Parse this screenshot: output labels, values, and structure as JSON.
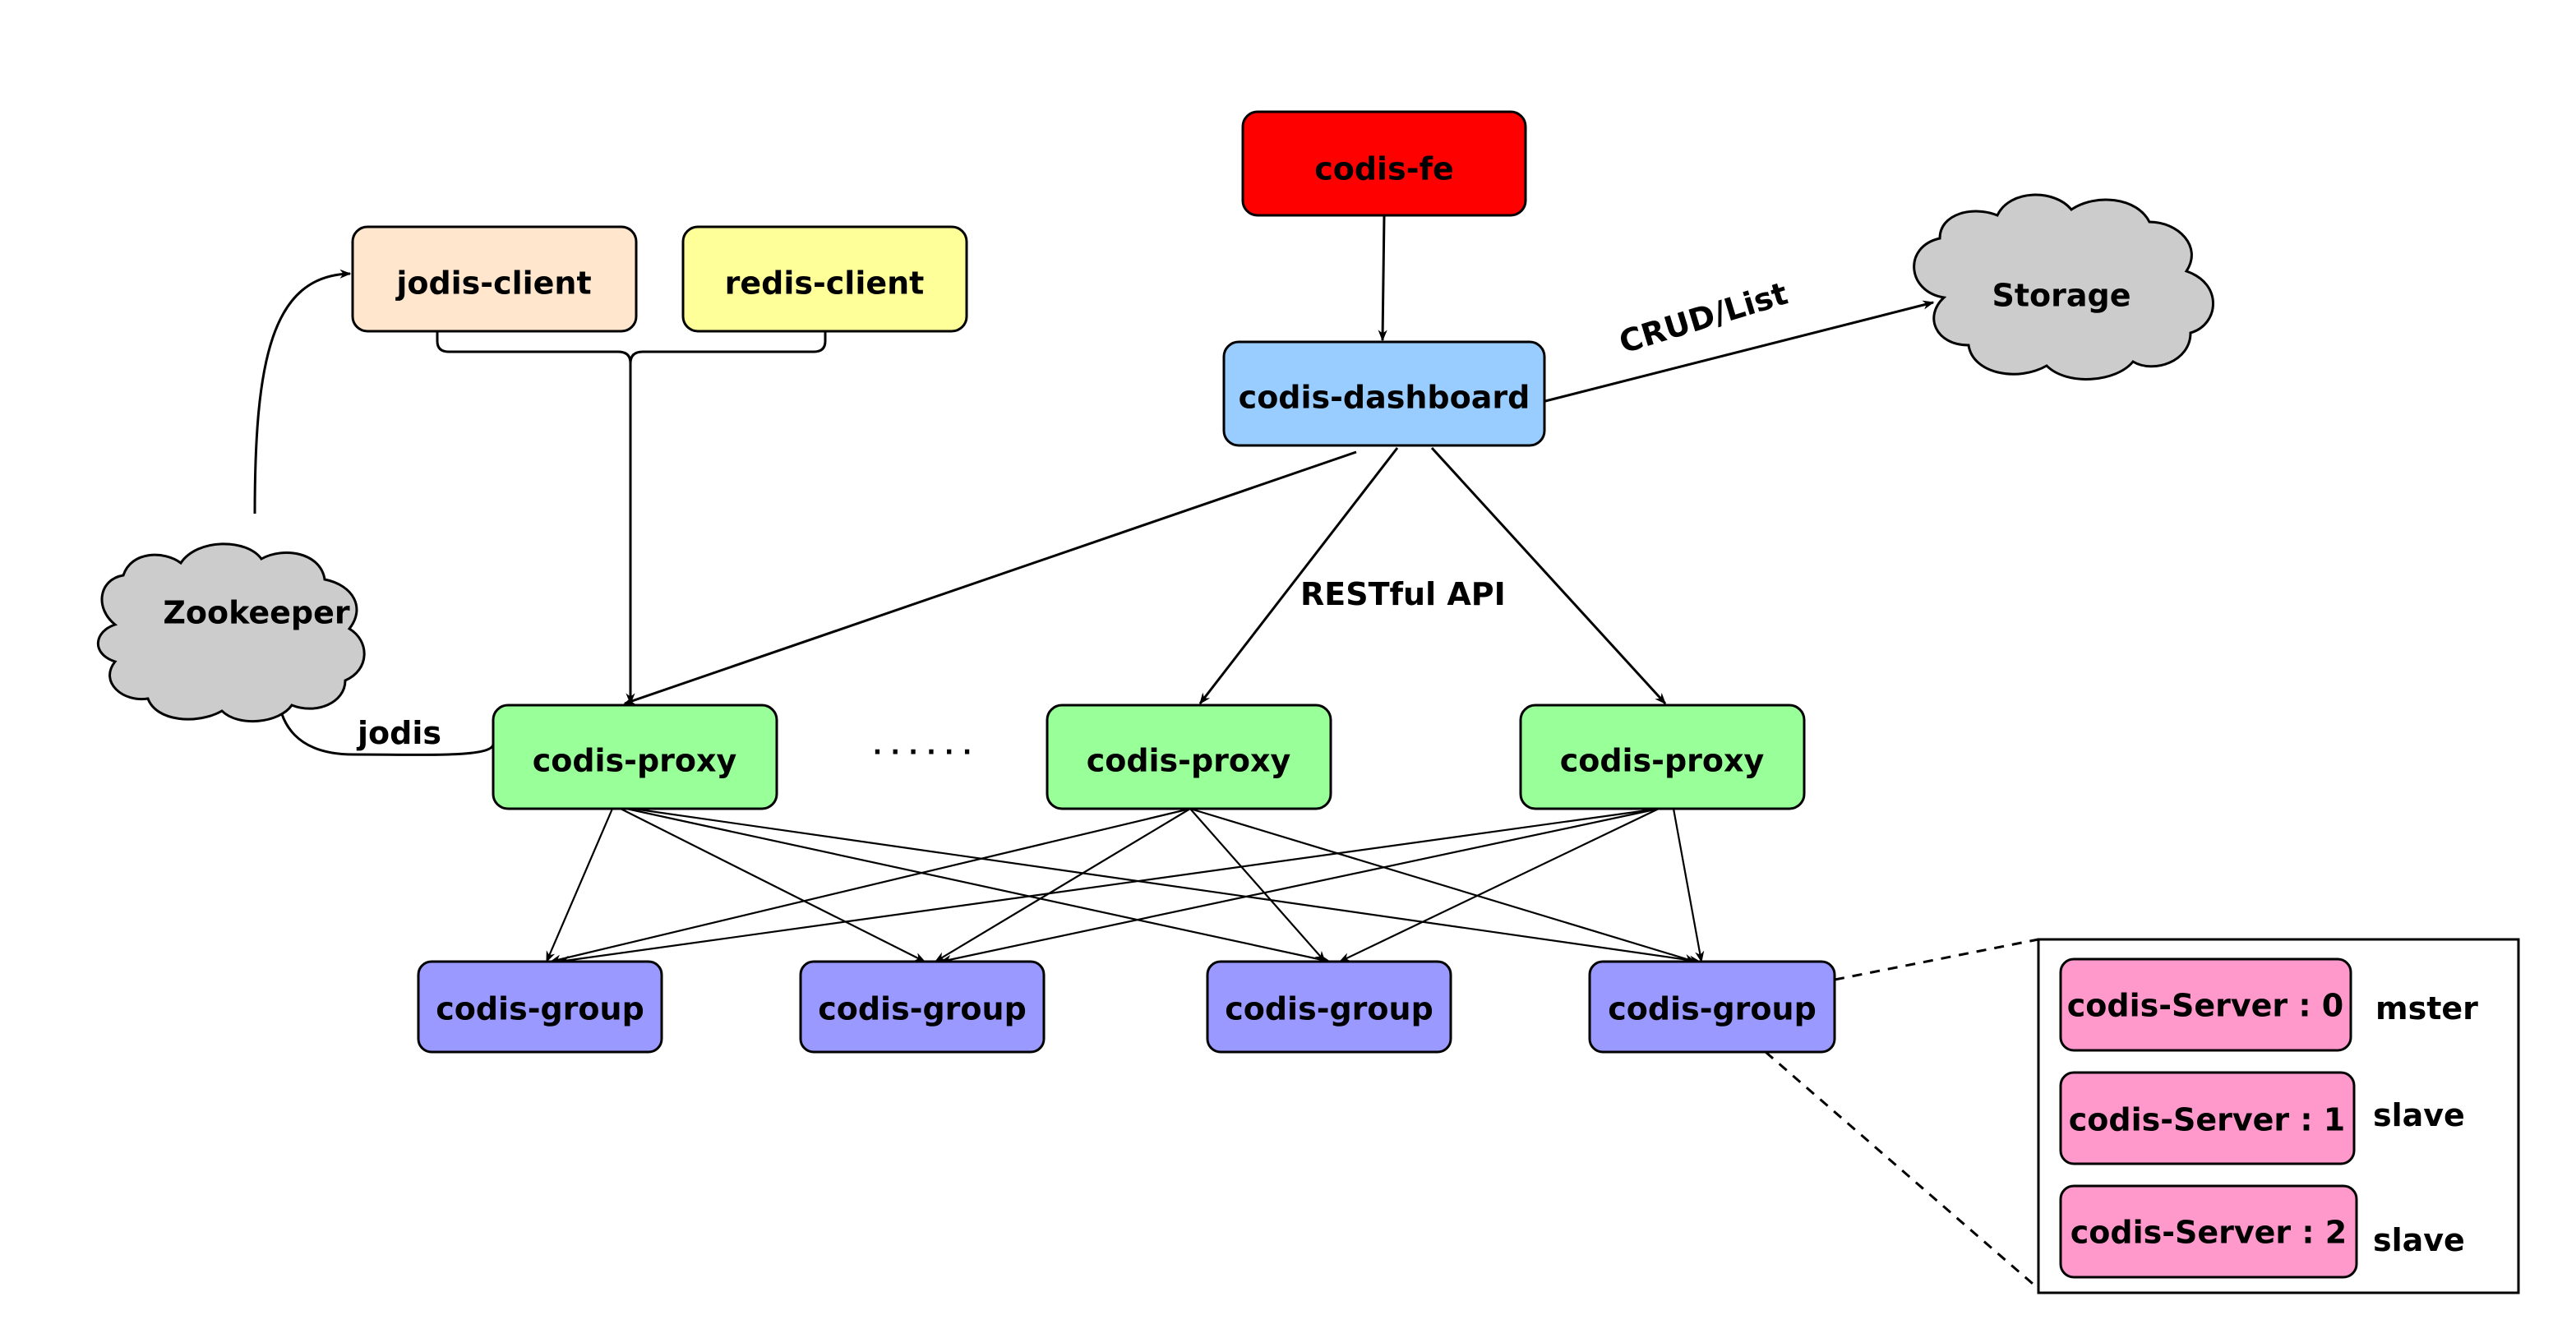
{
  "diagram": {
    "title": "Codis architecture",
    "colors": {
      "codis_fe": "#ff0000",
      "codis_dashboard": "#99ccff",
      "jodis_client": "#ffe6cc",
      "redis_client": "#ffff99",
      "codis_proxy": "#99ff99",
      "codis_group": "#9999ff",
      "codis_server": "#ff99cc",
      "cloud": "#cccccc"
    },
    "nodes": {
      "codis_fe": "codis-fe",
      "codis_dashboard": "codis-dashboard",
      "storage": "Storage",
      "jodis_client": "jodis-client",
      "redis_client": "redis-client",
      "zookeeper": "Zookeeper",
      "proxies": [
        "codis-proxy",
        "codis-proxy",
        "codis-proxy"
      ],
      "proxy_ellipsis": "· · · · · ·",
      "groups": [
        "codis-group",
        "codis-group",
        "codis-group",
        "codis-group"
      ],
      "servers": [
        {
          "label": "codis-Server : 0",
          "role": "mster"
        },
        {
          "label": "codis-Server : 1",
          "role": "slave"
        },
        {
          "label": "codis-Server : 2",
          "role": "slave"
        }
      ]
    },
    "edge_labels": {
      "crud_list": "CRUD/List",
      "restful_api": "RESTful API",
      "jodis": "jodis"
    }
  }
}
